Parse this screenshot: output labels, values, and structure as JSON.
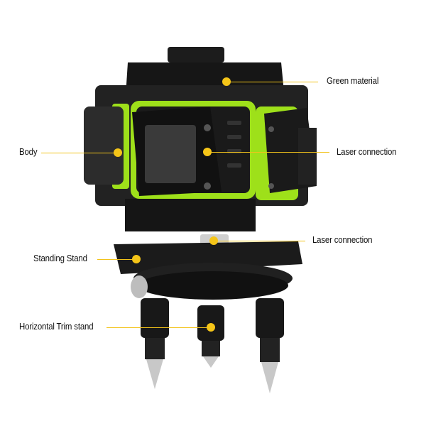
{
  "image": {
    "subject": "3D laser level with tripod base",
    "colors": {
      "background": "#ffffff",
      "body": "#1a1a1a",
      "accent_green": "#9ee01a",
      "callout": "#f5c518",
      "metal": "#c8c8c8"
    }
  },
  "callouts": [
    {
      "id": "green-material",
      "label": "Green material"
    },
    {
      "id": "body",
      "label": "Body"
    },
    {
      "id": "laser-connection-1",
      "label": "Laser connection"
    },
    {
      "id": "laser-connection-2",
      "label": "Laser connection"
    },
    {
      "id": "standing-stand",
      "label": "Standing Stand"
    },
    {
      "id": "horizontal-trim-stand",
      "label": "Horizontal Trim stand"
    }
  ]
}
